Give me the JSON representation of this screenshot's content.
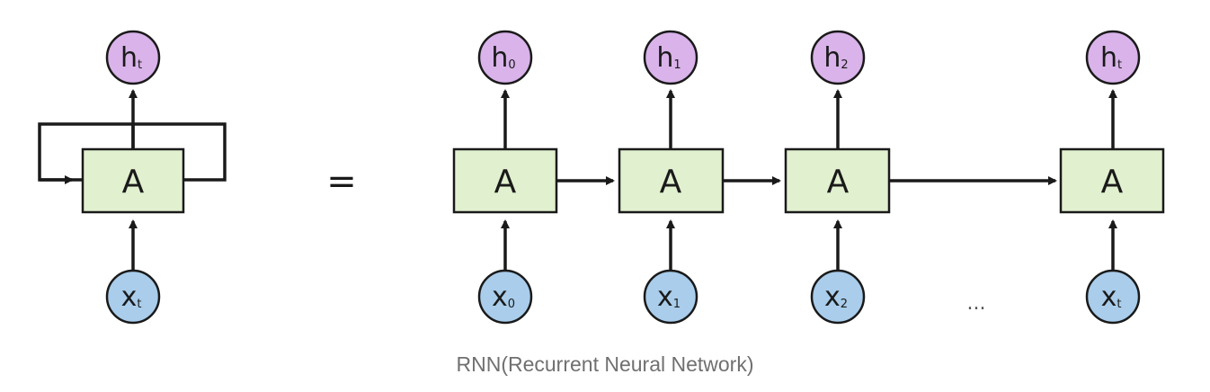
{
  "diagram": {
    "cell_label": "A",
    "equals": "=",
    "ellipsis": "...",
    "folded": {
      "output": {
        "var": "h",
        "sub": "t"
      },
      "input": {
        "var": "x",
        "sub": "t"
      }
    },
    "unrolled": [
      {
        "output": {
          "var": "h",
          "sub": "0"
        },
        "input": {
          "var": "x",
          "sub": "0"
        }
      },
      {
        "output": {
          "var": "h",
          "sub": "1"
        },
        "input": {
          "var": "x",
          "sub": "1"
        }
      },
      {
        "output": {
          "var": "h",
          "sub": "2"
        },
        "input": {
          "var": "x",
          "sub": "2"
        }
      },
      {
        "output": {
          "var": "h",
          "sub": "t"
        },
        "input": {
          "var": "x",
          "sub": "t"
        }
      }
    ],
    "colors": {
      "cell_fill": "#e1f0cf",
      "output_fill": "#d9b3ea",
      "input_fill": "#a9cdeb",
      "stroke": "#1a1a1a"
    }
  },
  "caption": "RNN(Recurrent Neural Network)"
}
